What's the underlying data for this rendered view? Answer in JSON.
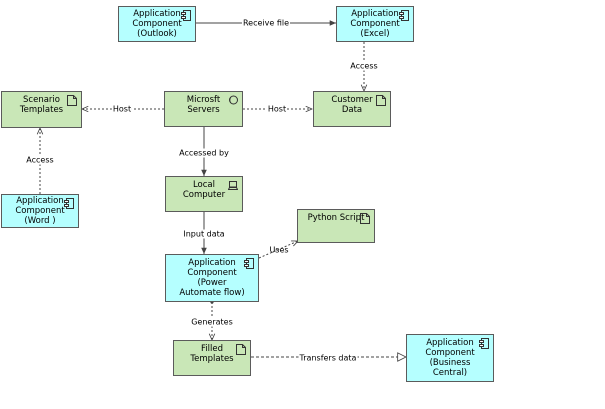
{
  "colors": {
    "application": "#b5ffff",
    "technology": "#c9e7b7",
    "border": "#5b5b5b",
    "line": "#444444"
  },
  "nodes": {
    "outlook": {
      "label": "Application\nComponent\n(Outlook)",
      "icon": "component-icon"
    },
    "excel": {
      "label": "Application\nComponent\n(Excel)",
      "icon": "component-icon"
    },
    "scenario_templates": {
      "label": "Scenario\nTemplates",
      "icon": "document-icon"
    },
    "microsoft_servers": {
      "label": "Microsft\nServers",
      "icon": "system-software-icon"
    },
    "customer_data": {
      "label": "Customer\nData",
      "icon": "document-icon"
    },
    "word": {
      "label": "Application\nComponent\n(Word )",
      "icon": "component-icon"
    },
    "local_computer": {
      "label": "Local\nComputer",
      "icon": "device-icon"
    },
    "python_script": {
      "label": "Python Script",
      "icon": "document-icon"
    },
    "power_automate": {
      "label": "Application\nComponent (Power\nAutomate flow)",
      "icon": "component-icon"
    },
    "filled_templates": {
      "label": "Filled\nTemplates",
      "icon": "document-icon"
    },
    "business_central": {
      "label": "Application\nComponent\n(Business\nCentral)",
      "icon": "component-icon"
    }
  },
  "edges": {
    "receive_file": "Receive file",
    "access_excel": "Access",
    "host_scenario": "Host",
    "host_customer": "Host",
    "access_word": "Access",
    "accessed_by": "Accessed by",
    "input_data": "Input data",
    "uses": "Uses",
    "generates": "Generates",
    "transfers_data": "Transfers data"
  }
}
